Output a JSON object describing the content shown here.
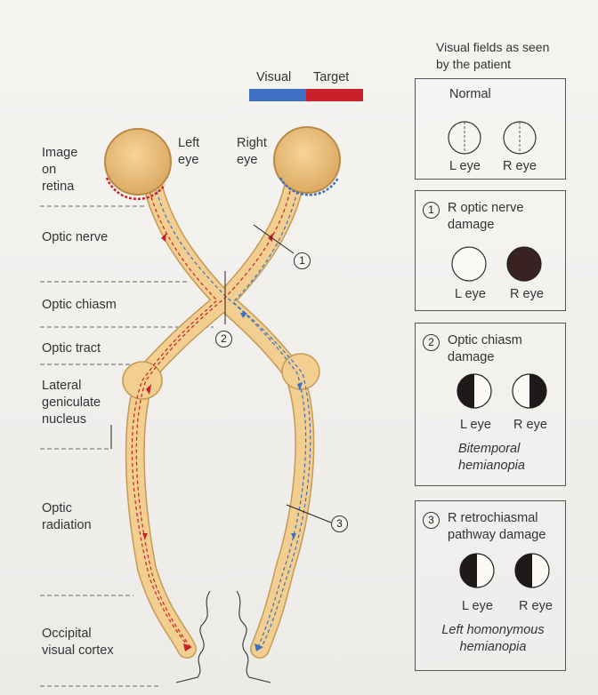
{
  "legend": {
    "visual": "Visual",
    "target": "Target",
    "visual_color": "#3d6fc2",
    "target_color": "#c8212c"
  },
  "eyes": {
    "left": "Left\neye",
    "right": "Right\neye"
  },
  "left_labels": {
    "image_on_retina": "Image\non\nretina",
    "optic_nerve": "Optic nerve",
    "optic_chiasm": "Optic chiasm",
    "optic_tract": "Optic tract",
    "lgn": "Lateral\ngeniculate\nnucleus",
    "optic_radiation": "Optic\nradiation",
    "occipital_cortex": "Occipital\nvisual cortex"
  },
  "markers": [
    "1",
    "2",
    "3"
  ],
  "panel_header": "Visual fields as seen\nby the patient",
  "boxes": [
    {
      "title": "Normal",
      "left_eye": "L eye",
      "right_eye": "R eye",
      "left_state": "normal",
      "right_state": "normal"
    },
    {
      "num": "1",
      "title": "R optic nerve\ndamage",
      "left_eye": "L eye",
      "right_eye": "R eye",
      "left_state": "clear",
      "right_state": "blind"
    },
    {
      "num": "2",
      "title": "Optic chiasm\ndamage",
      "left_eye": "L eye",
      "right_eye": "R eye",
      "left_state": "left-half-blind",
      "right_state": "right-half-blind",
      "caption": "Bitemporal\nhemianopia"
    },
    {
      "num": "3",
      "title": "R retrochiasmal\npathway damage",
      "left_eye": "L eye",
      "right_eye": "R eye",
      "left_state": "left-half-blind",
      "right_state": "left-half-blind",
      "caption": "Left homonymous\nhemianopia"
    }
  ],
  "colors": {
    "pathway_fill": "#f2cf90",
    "pathway_edge": "#caa35f",
    "eyeball": "#ecc27e",
    "blind": "#3a2222"
  }
}
